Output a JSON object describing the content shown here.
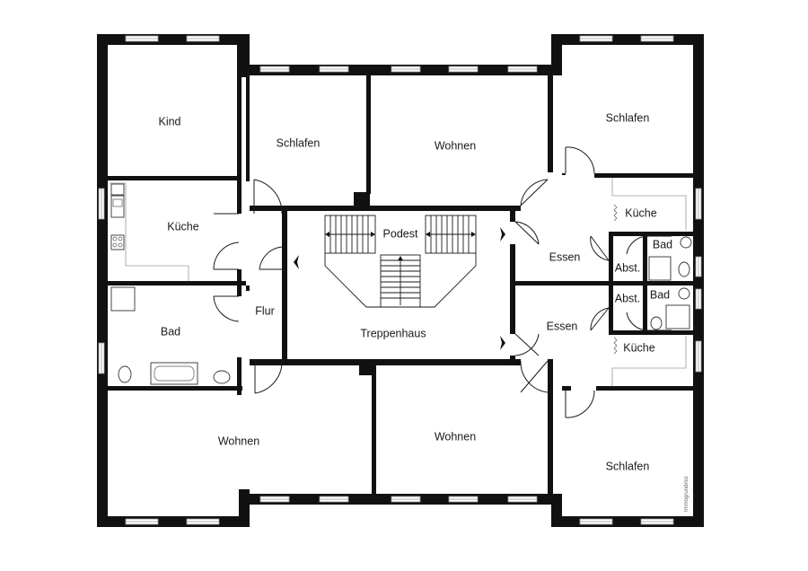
{
  "plan": {
    "rooms": {
      "kind": "Kind",
      "schlafen_top_left": "Schlafen",
      "wohnen_top_center": "Wohnen",
      "schlafen_top_right": "Schlafen",
      "kueche_left": "Küche",
      "podest": "Podest",
      "kueche_right_top": "Küche",
      "bad_right_top": "Bad",
      "essen_right_top": "Essen",
      "abst_top": "Abst.",
      "flur": "Flur",
      "abst_bottom": "Abst.",
      "bad_right_bottom": "Bad",
      "bad_left": "Bad",
      "essen_right_bottom": "Essen",
      "treppenhaus": "Treppenhaus",
      "kueche_right_bottom": "Küche",
      "wohnen_bottom_left": "Wohnen",
      "wohnen_bottom_center": "Wohnen",
      "schlafen_bottom_right": "Schlafen"
    },
    "watermark": "Immogrundriss"
  }
}
